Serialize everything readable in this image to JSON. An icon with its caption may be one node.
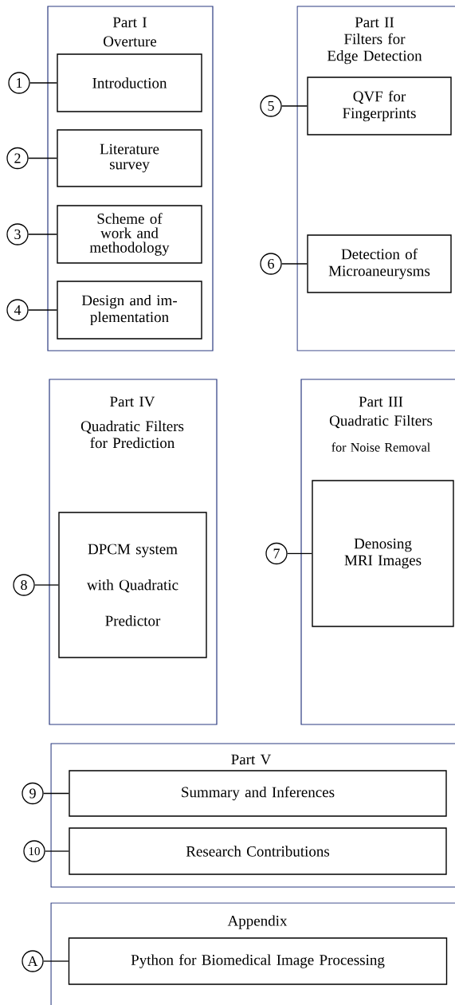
{
  "diagram": {
    "nodes": [
      {
        "text": [
          "Part I",
          "Overture"
        ]
      },
      {
        "text": [
          "1"
        ]
      },
      {
        "text": [
          "Introduction"
        ],
        "in": 0
      },
      {
        "text": [
          "2"
        ]
      },
      {
        "text": [
          "Literature survey"
        ],
        "in": 0
      },
      {
        "text": [
          "3"
        ]
      },
      {
        "text": [
          "Scheme of work and methodology"
        ],
        "in": 0
      },
      {
        "text": [
          "4"
        ]
      },
      {
        "text": [
          "Design and im- plementation"
        ],
        "in": 0
      },
      {
        "text": [
          "Part II",
          "Filters for Edge Detection"
        ]
      },
      {
        "text": [
          "5"
        ]
      },
      {
        "text": [
          "QVF for Fingerprints"
        ],
        "in": 9
      },
      {
        "text": [
          "6"
        ]
      },
      {
        "text": [
          "Detection of Microaneurysms"
        ],
        "in": 9
      },
      {
        "text": [
          "Part IV",
          "Quadratic Filters for Prediction"
        ]
      },
      {
        "text": [
          "8"
        ]
      },
      {
        "text": [
          "DPCM system with Quadratic Predictor"
        ],
        "in": 14
      },
      {
        "text": [
          "Part III",
          "Quadratic Filters",
          "for Noise Removal"
        ]
      },
      {
        "text": [
          "7"
        ]
      },
      {
        "text": [
          "Denosing MRI Images"
        ],
        "in": 17
      },
      {
        "text": [
          "Part V"
        ]
      },
      {
        "text": [
          "9"
        ]
      },
      {
        "text": [
          "Summary and Inferences"
        ],
        "in": 20
      },
      {
        "text": [
          "10"
        ]
      },
      {
        "text": [
          "Research Contributions"
        ],
        "in": 20
      },
      {
        "text": [
          "Appendix"
        ]
      },
      {
        "text": [
          "A"
        ]
      },
      {
        "text": [
          "Python for Biomedical Image Processing"
        ],
        "in": 25
      }
    ],
    "edges": [
      {
        "from": 1,
        "to": 2,
        "arrow": "none"
      },
      {
        "from": 3,
        "to": 4,
        "arrow": "none"
      },
      {
        "from": 5,
        "to": 6,
        "arrow": "none"
      },
      {
        "from": 7,
        "to": 8,
        "arrow": "none"
      },
      {
        "from": 10,
        "to": 11,
        "arrow": "none"
      },
      {
        "from": 12,
        "to": 13,
        "arrow": "none"
      },
      {
        "from": 15,
        "to": 16,
        "arrow": "none"
      },
      {
        "from": 18,
        "to": 19,
        "arrow": "none"
      },
      {
        "from": 21,
        "to": 22,
        "arrow": "none"
      },
      {
        "from": 23,
        "to": 24,
        "arrow": "none"
      },
      {
        "from": 26,
        "to": 27,
        "arrow": "none"
      }
    ]
  }
}
